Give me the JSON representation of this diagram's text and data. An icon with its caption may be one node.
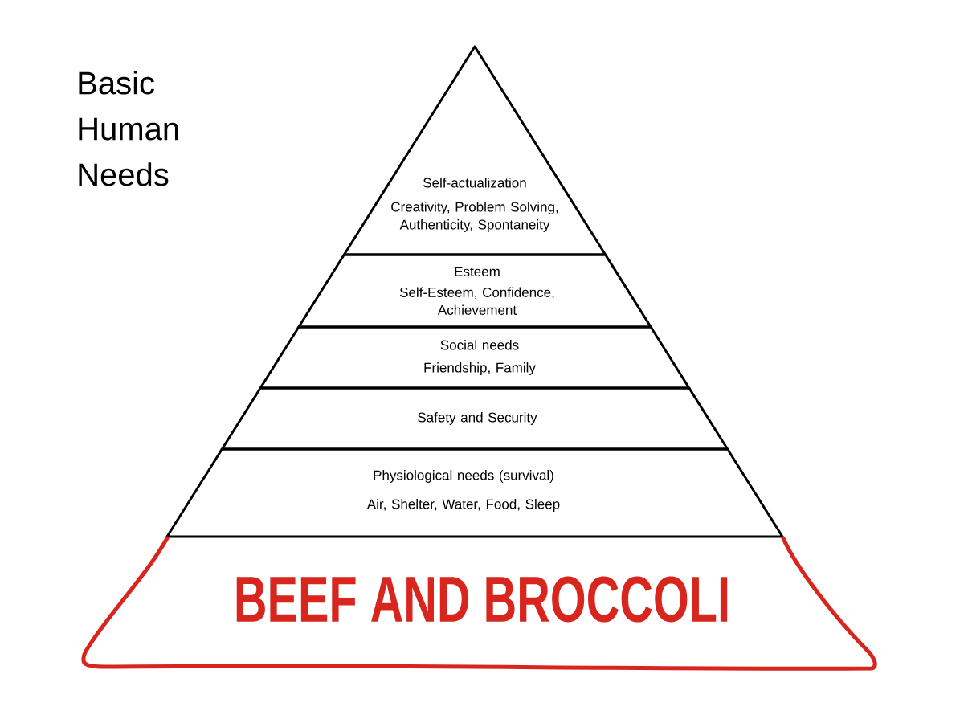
{
  "diagram": {
    "title": "Basic Human Needs",
    "nodes": [
      {
        "text": [
          "Self-actualization",
          "Creativity, Problem Solving, Authenticity, Spontaneity"
        ]
      },
      {
        "text": [
          "Esteem",
          "Self-Esteem, Confidence, Achievement"
        ]
      },
      {
        "text": [
          "Social needs",
          "Friendship, Family"
        ]
      },
      {
        "text": [
          "Safety and Security"
        ]
      },
      {
        "text": [
          "Physiological needs (survival)",
          "Air, Shelter, Water, Food, Sleep"
        ]
      },
      {
        "text": [
          "BEEF AND BROCCOLI"
        ]
      }
    ]
  }
}
